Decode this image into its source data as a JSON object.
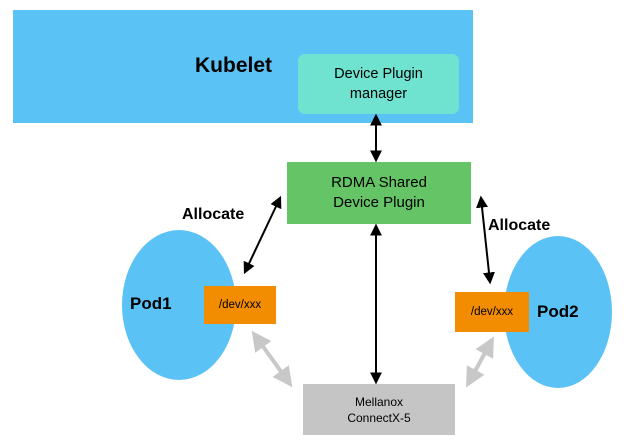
{
  "kubelet": {
    "label": "Kubelet"
  },
  "device_plugin_manager": {
    "line1": "Device Plugin",
    "line2": "manager"
  },
  "rdma_plugin": {
    "line1": "RDMA Shared",
    "line2": "Device Plugin"
  },
  "pods": [
    {
      "label": "Pod1",
      "device": "/dev/xxx"
    },
    {
      "label": "Pod2",
      "device": "/dev/xxx"
    }
  ],
  "nic": {
    "line1": "Mellanox",
    "line2": "ConnectX-5"
  },
  "allocate_labels": [
    "Allocate",
    "Allocate"
  ],
  "colors": {
    "kubelet_fill": "#5bc2f6",
    "manager_fill": "#6fe3cf",
    "plugin_fill": "#65c466",
    "pod_fill": "#5bc2f6",
    "device_fill": "#f28c00",
    "nic_fill": "#c5c5c5",
    "arrow_dark": "#000000",
    "arrow_gray": "#c8c8c8"
  }
}
